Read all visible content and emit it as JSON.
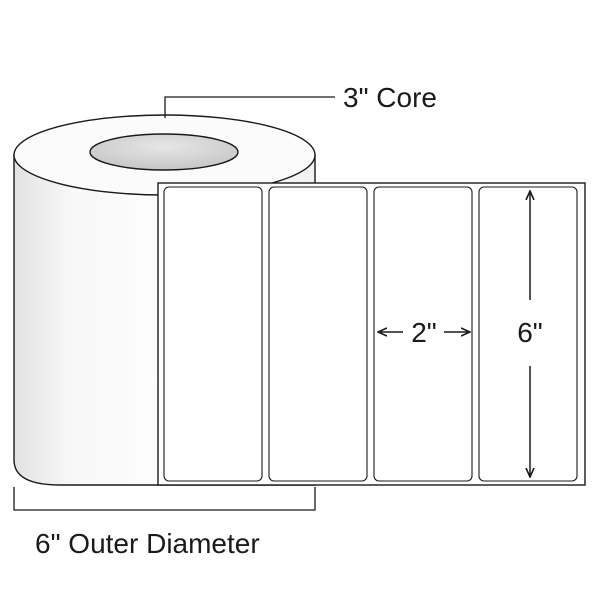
{
  "core_label": "3\" Core",
  "outer_diameter_label": "6\" Outer Diameter",
  "label_width": "2\"",
  "label_height": "6\"",
  "colors": {
    "stroke": "#1a1a1a",
    "core_fill": "#d4d4d4",
    "roll_fill": "#ffffff",
    "label_fill": "#ffffff"
  }
}
